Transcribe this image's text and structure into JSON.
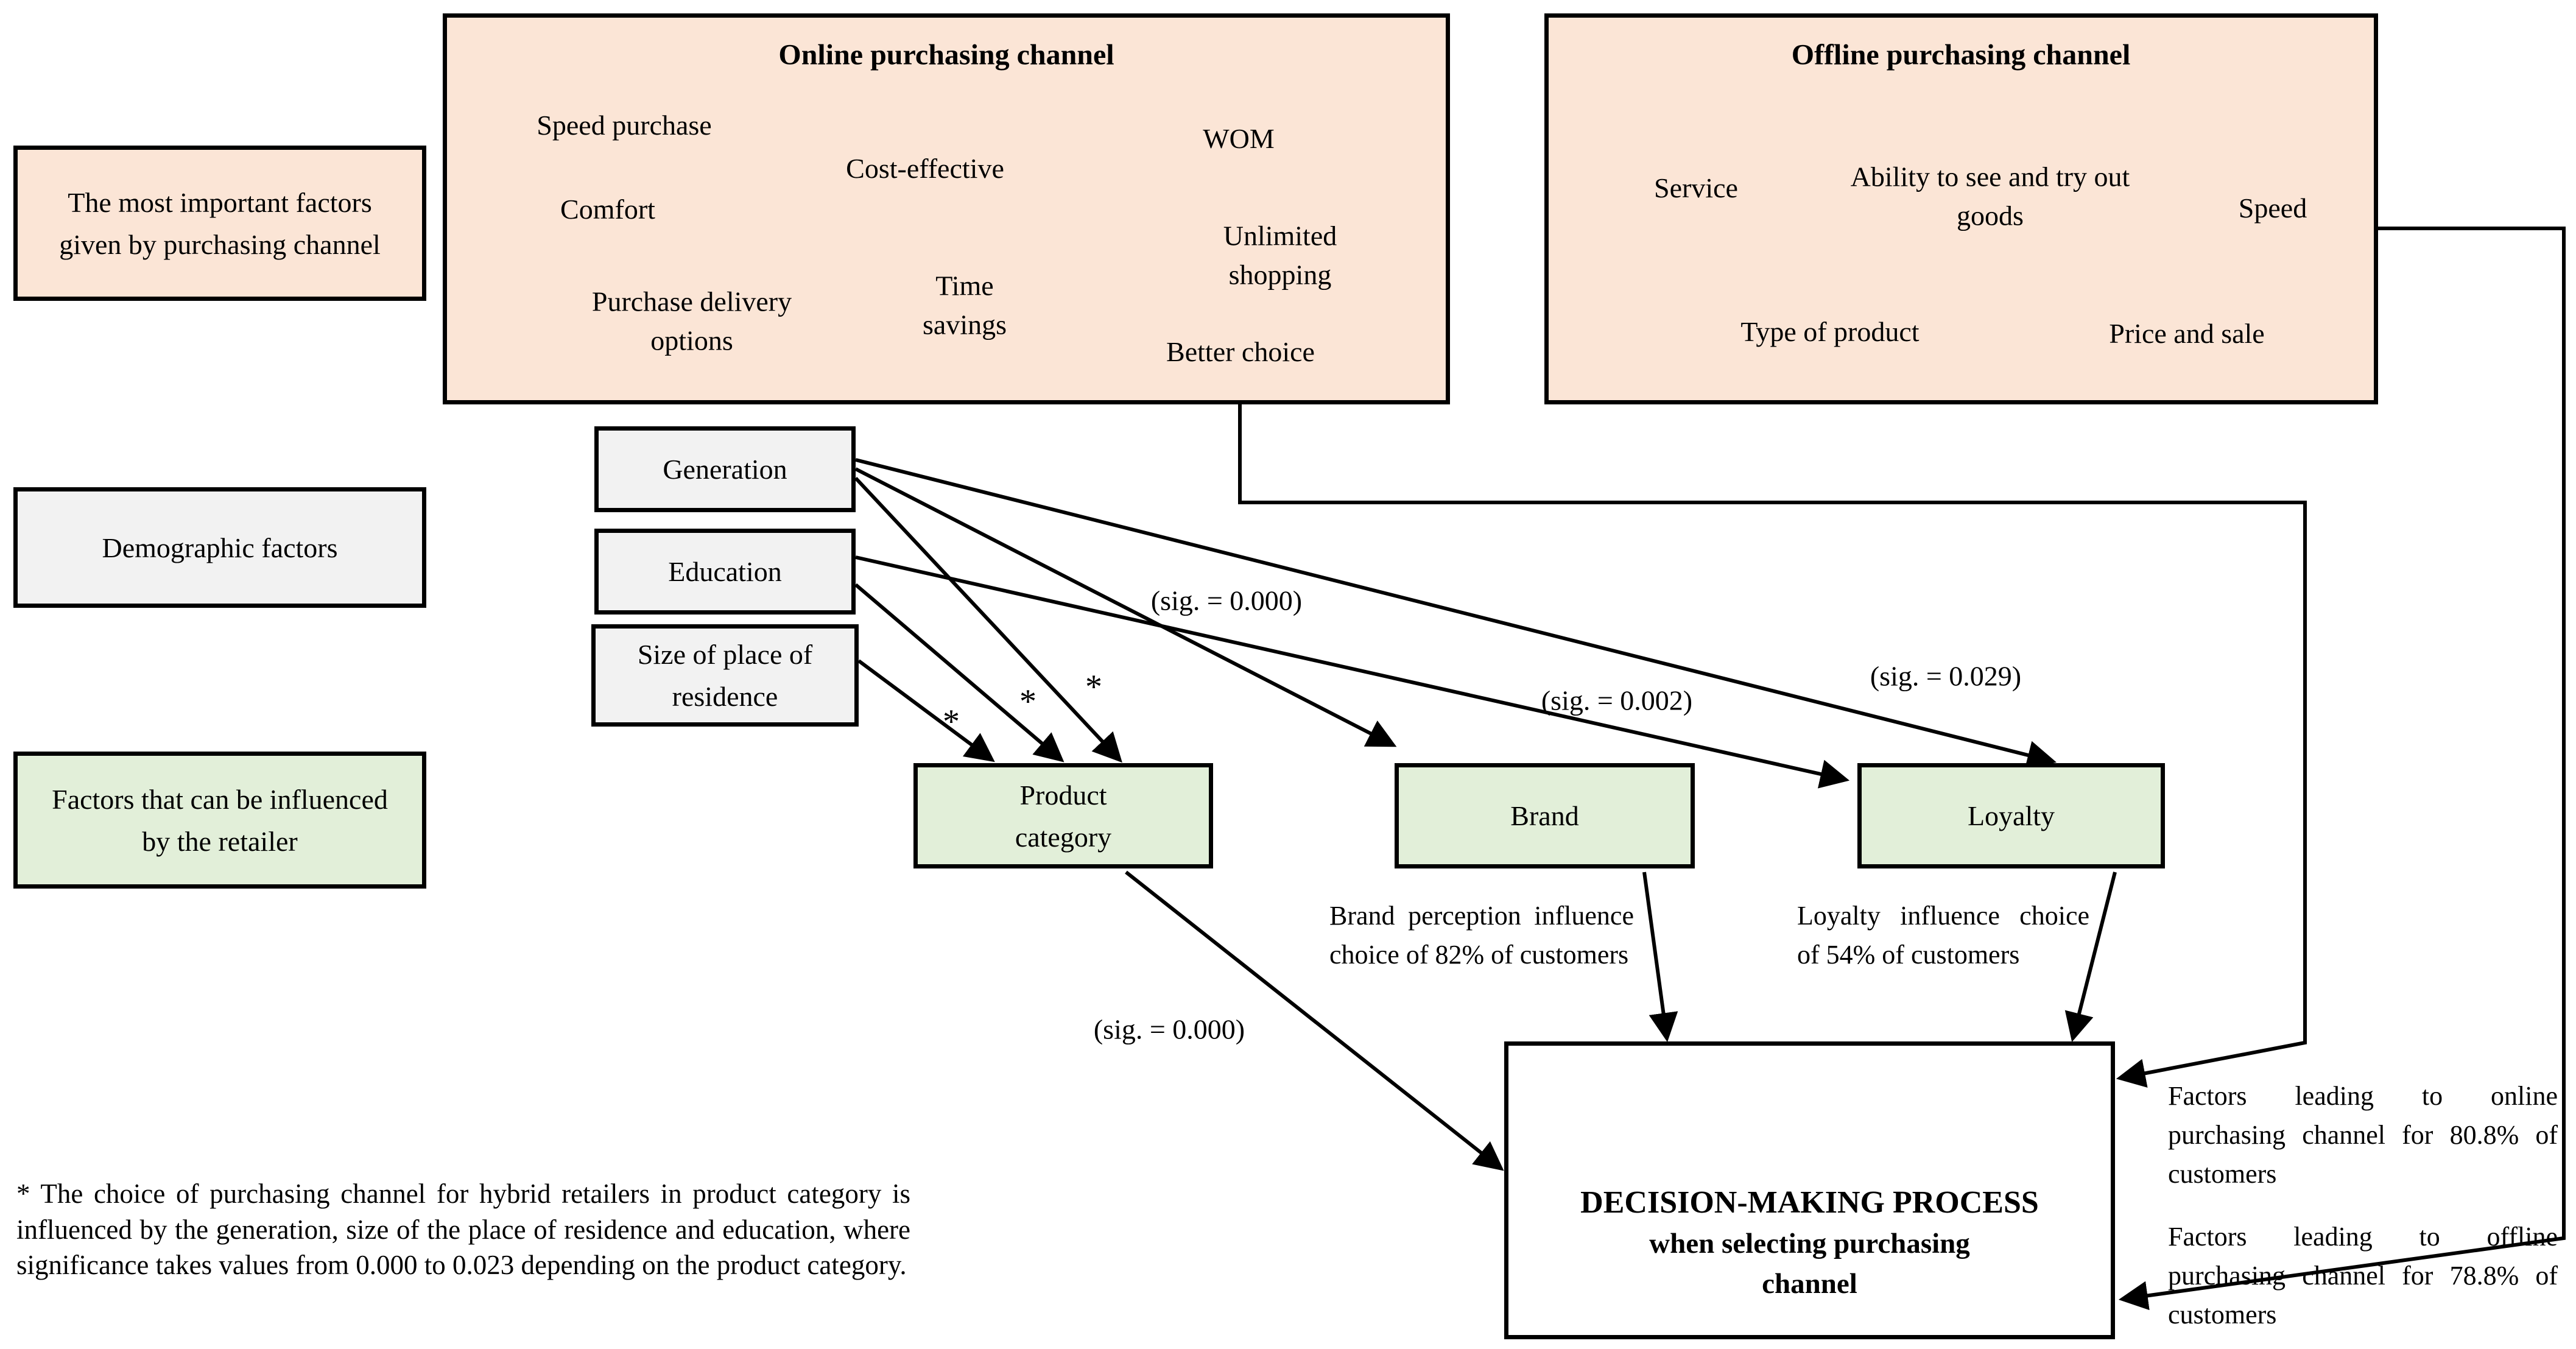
{
  "colors": {
    "channel_box_fill": "#FBE5D6",
    "demographic_box_fill": "#F2F2F2",
    "retailer_box_fill": "#E2EFD9",
    "decision_box_fill": "#FFFFFF",
    "border_and_lines": "#000000"
  },
  "legend": {
    "channel_factors": "The most important factors given by purchasing channel",
    "demographic": "Demographic factors",
    "retailer": "Factors that can be influenced by the retailer"
  },
  "online_channel": {
    "title": "Online purchasing channel",
    "factors": [
      "Speed purchase",
      "Cost-effective",
      "WOM",
      "Comfort",
      "Unlimited shopping",
      "Purchase delivery options",
      "Time savings",
      "Better choice"
    ]
  },
  "offline_channel": {
    "title": "Offline purchasing channel",
    "factors": [
      "Service",
      "Ability to see and try out goods",
      "Speed",
      "Type of product",
      "Price and sale"
    ]
  },
  "demographic_factors": {
    "generation": "Generation",
    "education": "Education",
    "residence_size": "Size of place of residence"
  },
  "retailer_factors": {
    "product_category": "Product category",
    "brand": "Brand",
    "loyalty": "Loyalty"
  },
  "decision": {
    "title": "DECISION-MAKING PROCESS",
    "subtitle": "when selecting purchasing channel"
  },
  "significance": {
    "generation_brand": "(sig. = 0.000)",
    "education_loyalty": "(sig. = 0.002)",
    "generation_loyalty": "(sig. = 0.029)",
    "product_category_decision": "(sig. = 0.000)",
    "asterisk": "*"
  },
  "notes": {
    "brand": "Brand perception influence choice of 82% of customers",
    "loyalty": "Loyalty influence choice of 54% of customers",
    "online": "Factors leading to online purchasing channel for 80.8% of customers",
    "offline": "Factors leading to offline purchasing channel for 78.8% of customers",
    "footnote": "* The choice of purchasing channel for hybrid retailers in product category is influenced by the generation, size of the place of residence and education, where significance takes values from 0.000 to 0.023 depending on the product category."
  }
}
